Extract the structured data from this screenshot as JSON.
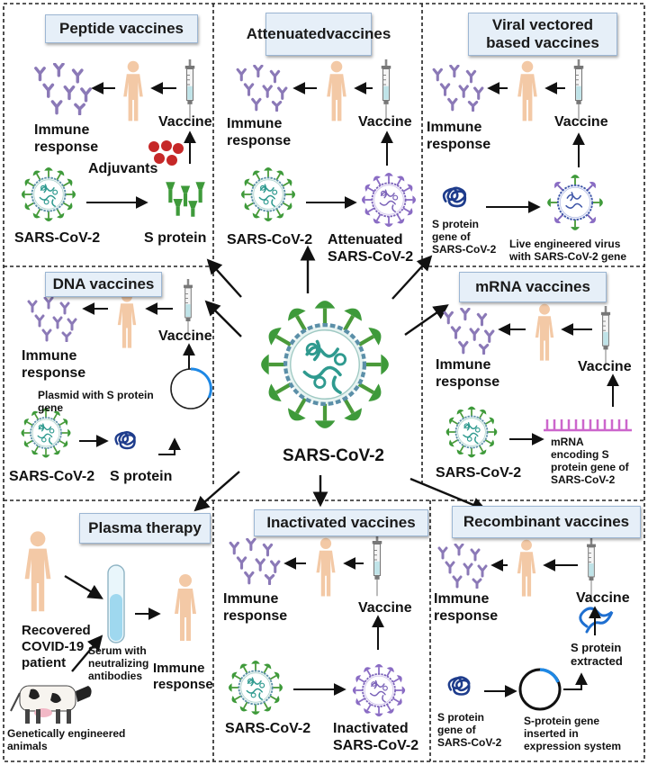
{
  "center": {
    "label": "SARS-CoV-2"
  },
  "panels": {
    "peptide": {
      "title": "Peptide vaccines",
      "immune": [
        "Immune",
        "response"
      ],
      "vaccine": "Vaccine",
      "adjuvants": "Adjuvants",
      "virus": "SARS-CoV-2",
      "protein": "S protein"
    },
    "attenuated": {
      "title": [
        "Attenuated",
        "vaccines"
      ],
      "immune": [
        "Immune",
        "response"
      ],
      "vaccine": "Vaccine",
      "virus": "SARS-CoV-2",
      "attenuated_virus": [
        "Attenuated",
        "SARS-CoV-2"
      ]
    },
    "viral_vectored": {
      "title": [
        "Viral vectored",
        "based vaccines"
      ],
      "immune": [
        "Immune",
        "response"
      ],
      "vaccine": "Vaccine",
      "gene": [
        "S protein",
        "gene of",
        "SARS-CoV-2"
      ],
      "live_virus": [
        "Live engineered virus",
        "with SARS-CoV-2 gene"
      ]
    },
    "dna": {
      "title": "DNA vaccines",
      "immune": [
        "Immune",
        "response"
      ],
      "vaccine": "Vaccine",
      "plasmid": [
        "Plasmid with S protein",
        "gene"
      ],
      "virus": "SARS-CoV-2",
      "protein": "S protein"
    },
    "mrna": {
      "title": "mRNA vaccines",
      "immune": [
        "Immune",
        "response"
      ],
      "vaccine": "Vaccine",
      "virus": "SARS-CoV-2",
      "mrna_label": [
        "mRNA",
        "encoding S",
        "protein gene of",
        "SARS-CoV-2"
      ]
    },
    "plasma": {
      "title": "Plasma therapy",
      "recovered": [
        "Recovered",
        "COVID-19",
        "patient"
      ],
      "serum": [
        "Serum with",
        "neutralizing",
        "antibodies"
      ],
      "immune": [
        "Immune",
        "response"
      ],
      "animals": [
        "Genetically engineered",
        "animals"
      ]
    },
    "inactivated": {
      "title": "Inactivated vaccines",
      "immune": [
        "Immune",
        "response"
      ],
      "vaccine": "Vaccine",
      "virus": "SARS-CoV-2",
      "inactivated_virus": [
        "Inactivated",
        "SARS-CoV-2"
      ]
    },
    "recombinant": {
      "title": "Recombinant vaccines",
      "immune": [
        "Immune",
        "response"
      ],
      "vaccine": "Vaccine",
      "extracted": [
        "S protein",
        "extracted"
      ],
      "gene": [
        "S protein",
        "gene of",
        "SARS-CoV-2"
      ],
      "expression": [
        "S-protein gene",
        "inserted in",
        "expression system"
      ]
    }
  },
  "colors": {
    "virus_green": "#3e9a3a",
    "virus_teal": "#2f9a8f",
    "attenuated_purple": "#8a6cc4",
    "antibody_purple": "#8b79b7",
    "skin": "#f3c9a6",
    "title_bg": "#e6eff8",
    "rna_pink": "#cc66cc",
    "protein_blue": "#1e3c8c"
  }
}
